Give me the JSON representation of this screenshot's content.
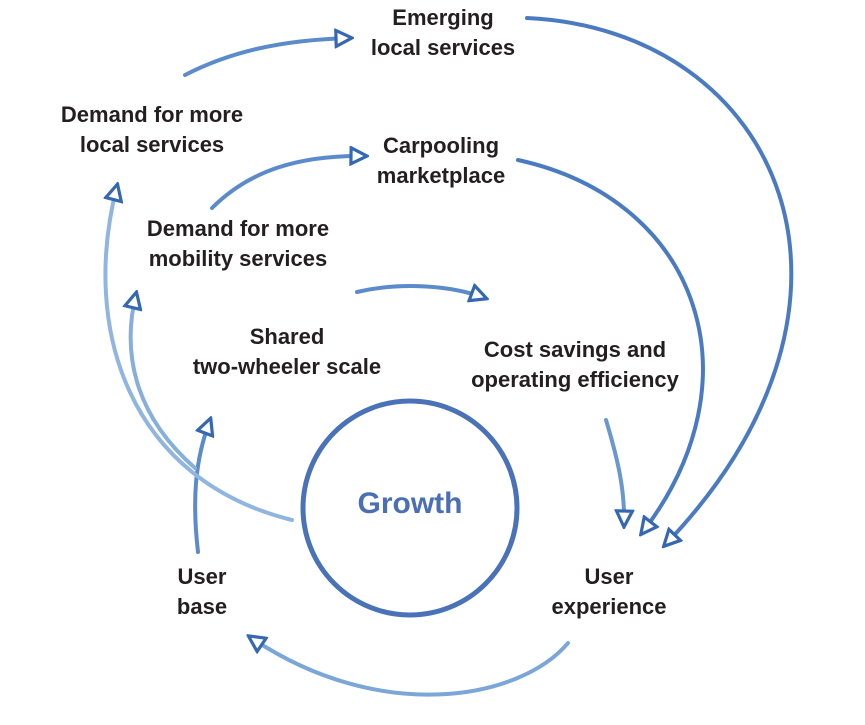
{
  "center": {
    "label": "Growth"
  },
  "nodes": {
    "emerging": {
      "line1": "Emerging",
      "line2": "local services"
    },
    "demand_local": {
      "line1": "Demand for more",
      "line2": "local services"
    },
    "carpooling": {
      "line1": "Carpooling",
      "line2": "marketplace"
    },
    "demand_mobility": {
      "line1": "Demand for more",
      "line2": "mobility services"
    },
    "shared": {
      "line1": "Shared",
      "line2": "two-wheeler scale"
    },
    "cost": {
      "line1": "Cost savings and",
      "line2": "operating efficiency"
    },
    "user_base": {
      "line1": "User",
      "line2": "base"
    },
    "user_experience": {
      "line1": "User",
      "line2": "experience"
    }
  },
  "colors": {
    "accent": "#4a72b8",
    "arrow_light": "#b9d3ee",
    "arrow_dark": "#2f64b0",
    "text": "#231f20"
  }
}
